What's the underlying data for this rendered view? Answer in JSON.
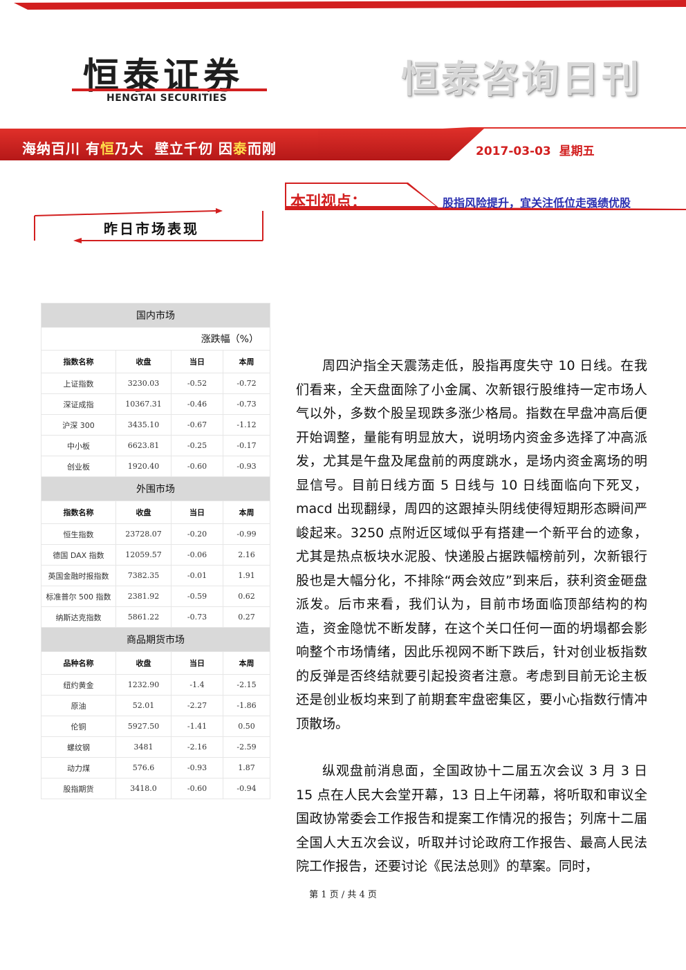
{
  "header": {
    "brand_name": "恒泰证券",
    "brand_subtitle": "HENGTAI SECURITIES",
    "publication_title": "恒泰咨询日刊",
    "slogan_parts": [
      "海纳百川 有",
      "恒",
      "乃大  壁立千仞 因",
      "泰",
      "而刚"
    ],
    "issue_date": "2017-03-03  星期五",
    "brand_color": "#d21f1f"
  },
  "viewpoint": {
    "label": "本刊视点：",
    "headline": "股指风险提升，宜关注低位走强绩优股"
  },
  "market_section": {
    "heading": "昨日市场表现",
    "unit_label": "涨跌幅（%）",
    "domestic": {
      "title": "国内市场",
      "columns": [
        "指数名称",
        "收盘",
        "当日",
        "本周"
      ],
      "rows": [
        [
          "上证指数",
          "3230.03",
          "-0.52",
          "-0.72"
        ],
        [
          "深证成指",
          "10367.31",
          "-0.46",
          "-0.73"
        ],
        [
          "沪深 300",
          "3435.10",
          "-0.67",
          "-1.12"
        ],
        [
          "中小板",
          "6623.81",
          "-0.25",
          "-0.17"
        ],
        [
          "创业板",
          "1920.40",
          "-0.60",
          "-0.93"
        ]
      ]
    },
    "overseas": {
      "title": "外围市场",
      "columns": [
        "指数名称",
        "收盘",
        "当日",
        "本周"
      ],
      "rows": [
        [
          "恒生指数",
          "23728.07",
          "-0.20",
          "-0.99"
        ],
        [
          "德国 DAX 指数",
          "12059.57",
          "-0.06",
          "2.16"
        ],
        [
          "英国金融时报指数",
          "7382.35",
          "-0.01",
          "1.91"
        ],
        [
          "标准普尔 500 指数",
          "2381.92",
          "-0.59",
          "0.62"
        ],
        [
          "纳斯达克指数",
          "5861.22",
          "-0.73",
          "0.27"
        ]
      ]
    },
    "commodities": {
      "title": "商品期货市场",
      "columns": [
        "品种名称",
        "收盘",
        "当日",
        "本周"
      ],
      "rows": [
        [
          "纽约黄金",
          "1232.90",
          "-1.4",
          "-2.15"
        ],
        [
          "原油",
          "52.01",
          "-2.27",
          "-1.86"
        ],
        [
          "伦铜",
          "5927.50",
          "-1.41",
          "0.50"
        ],
        [
          "螺纹钢",
          "3481",
          "-2.16",
          "-2.59"
        ],
        [
          "动力煤",
          "576.6",
          "-0.93",
          "1.87"
        ],
        [
          "股指期货",
          "3418.0",
          "-0.60",
          "-0.94"
        ]
      ]
    }
  },
  "article": {
    "paragraphs": [
      "周四沪指全天震荡走低，股指再度失守 10 日线。在我们看来，全天盘面除了小金属、次新银行股维持一定市场人气以外，多数个股呈现跌多涨少格局。指数在早盘冲高后便开始调整，量能有明显放大，说明场内资金多选择了冲高派发，尤其是午盘及尾盘前的两度跳水，是场内资金离场的明显信号。目前日线方面 5 日线与 10 日线面临向下死叉，macd 出现翻绿，周四的这跟掉头阴线使得短期形态瞬间严峻起来。3250 点附近区域似乎有搭建一个新平台的迹象，尤其是热点板块水泥股、快递股占据跌幅榜前列，次新银行股也是大幅分化，不排除“两会效应”到来后，获利资金砸盘派发。后市来看，我们认为，目前市场面临顶部结构的构造，资金隐忧不断发酵，在这个关口任何一面的坍塌都会影响整个市场情绪，因此乐视网不断下跌后，针对创业板指数的反弹是否终结就要引起投资者注意。考虑到目前无论主板还是创业板均来到了前期套牢盘密集区，要小心指数行情冲顶散场。",
      "纵观盘前消息面，全国政协十二届五次会议 3 月 3 日 15 点在人民大会堂开幕，13 日上午闭幕，将听取和审议全国政协常委会工作报告和提案工作情况的报告；列席十二届全国人大五次会议，听取并讨论政府工作报告、最高人民法院工作报告，还要讨论《民法总则》的草案。同时，"
    ]
  },
  "footer": {
    "page_info": "第 1 页 / 共 4 页"
  }
}
